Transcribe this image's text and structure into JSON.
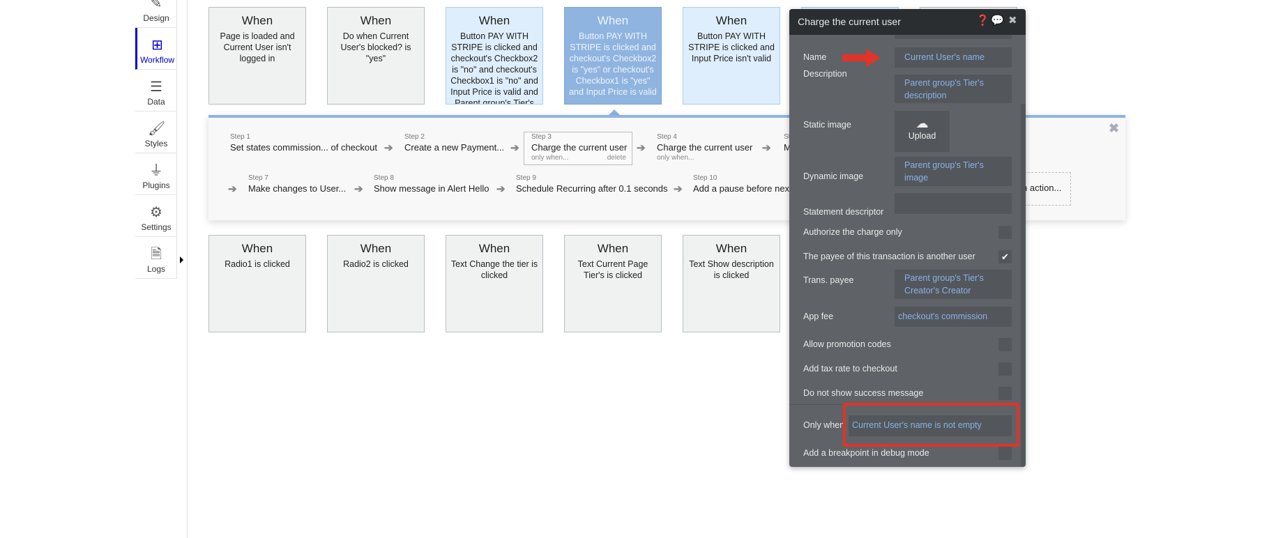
{
  "sidebar": {
    "items": [
      {
        "label": "Design",
        "icon": "design-icon"
      },
      {
        "label": "Workflow",
        "icon": "workflow-icon",
        "active": true
      },
      {
        "label": "Data",
        "icon": "database-icon"
      },
      {
        "label": "Styles",
        "icon": "brush-icon"
      },
      {
        "label": "Plugins",
        "icon": "plug-icon"
      },
      {
        "label": "Settings",
        "icon": "gear-icon"
      },
      {
        "label": "Logs",
        "icon": "document-icon"
      }
    ]
  },
  "events_top": [
    {
      "when": "When",
      "cond": "Page is loaded and Current User isn't logged in"
    },
    {
      "when": "When",
      "cond": "Do when Current User's blocked? is \"yes\""
    },
    {
      "when": "When",
      "cond": "Button PAY WITH STRIPE is clicked and checkout's Checkbox2 is \"no\" and checkout's Checkbox1 is \"no\" and Input Price is valid and Parent group's Tier's"
    },
    {
      "when": "When",
      "cond": "Button PAY WITH STRIPE is clicked and checkout's Checkbox2 is \"yes\" or checkout's Checkbox1 is \"yes\" and Input Price is valid"
    },
    {
      "when": "When",
      "cond": "Button PAY WITH STRIPE is clicked and Input Price isn't valid"
    }
  ],
  "events_bottom": [
    {
      "when": "When",
      "cond": "Radio1 is clicked"
    },
    {
      "when": "When",
      "cond": "Radio2 is clicked"
    },
    {
      "when": "When",
      "cond": "Text Change the tier is clicked"
    },
    {
      "when": "When",
      "cond": "Text Current Page Tier's is clicked"
    },
    {
      "when": "When",
      "cond": "Text Show description is clicked"
    }
  ],
  "steps": [
    {
      "label": "Step 1",
      "title": "Set states commission... of checkout"
    },
    {
      "label": "Step 2",
      "title": "Create a new Payment..."
    },
    {
      "label": "Step 3",
      "title": "Charge the current user",
      "sub": "only when...",
      "delete": "delete"
    },
    {
      "label": "Step 4",
      "title": "Charge the current user",
      "sub": "only when..."
    },
    {
      "label": "St",
      "title": "M"
    },
    {
      "label": "Step 7",
      "title": "Make changes to User..."
    },
    {
      "label": "Step 8",
      "title": "Show message in Alert Hello"
    },
    {
      "label": "Step 9",
      "title": "Schedule Recurring after 0.1 seconds"
    },
    {
      "label": "Step 10",
      "title": "Add a pause before next"
    }
  ],
  "add_action": "n action...",
  "panel": {
    "title": "Charge the current user",
    "fields": {
      "name": {
        "label": "Name",
        "value": "Current User's name"
      },
      "description": {
        "label": "Description",
        "value": "Parent group's Tier's description"
      },
      "static_image": {
        "label": "Static image",
        "button": "Upload"
      },
      "dynamic_image": {
        "label": "Dynamic image",
        "value": "Parent group's Tier's image"
      },
      "statement": {
        "label": "Statement descriptor",
        "value": ""
      },
      "authorize": {
        "label": "Authorize the charge only",
        "checked": false
      },
      "payee_other": {
        "label": "The payee of this transaction is another user",
        "checked": true
      },
      "trans_payee": {
        "label": "Trans. payee",
        "value": "Parent group's Tier's Creator's Creator"
      },
      "app_fee": {
        "label": "App fee",
        "value": "checkout's commission"
      },
      "promo": {
        "label": "Allow promotion codes",
        "checked": false
      },
      "tax": {
        "label": "Add tax rate to checkout",
        "checked": false
      },
      "no_success": {
        "label": "Do not show success message",
        "checked": false
      },
      "only_when": {
        "label": "Only when",
        "value": "Current User's name is not empty"
      },
      "breakpoint": {
        "label": "Add a breakpoint in debug mode",
        "checked": false
      }
    }
  },
  "colors": {
    "accent": "#0000cc",
    "highlight": "#e0332a",
    "panel": "#5f6367",
    "link": "#8ab0ea"
  }
}
